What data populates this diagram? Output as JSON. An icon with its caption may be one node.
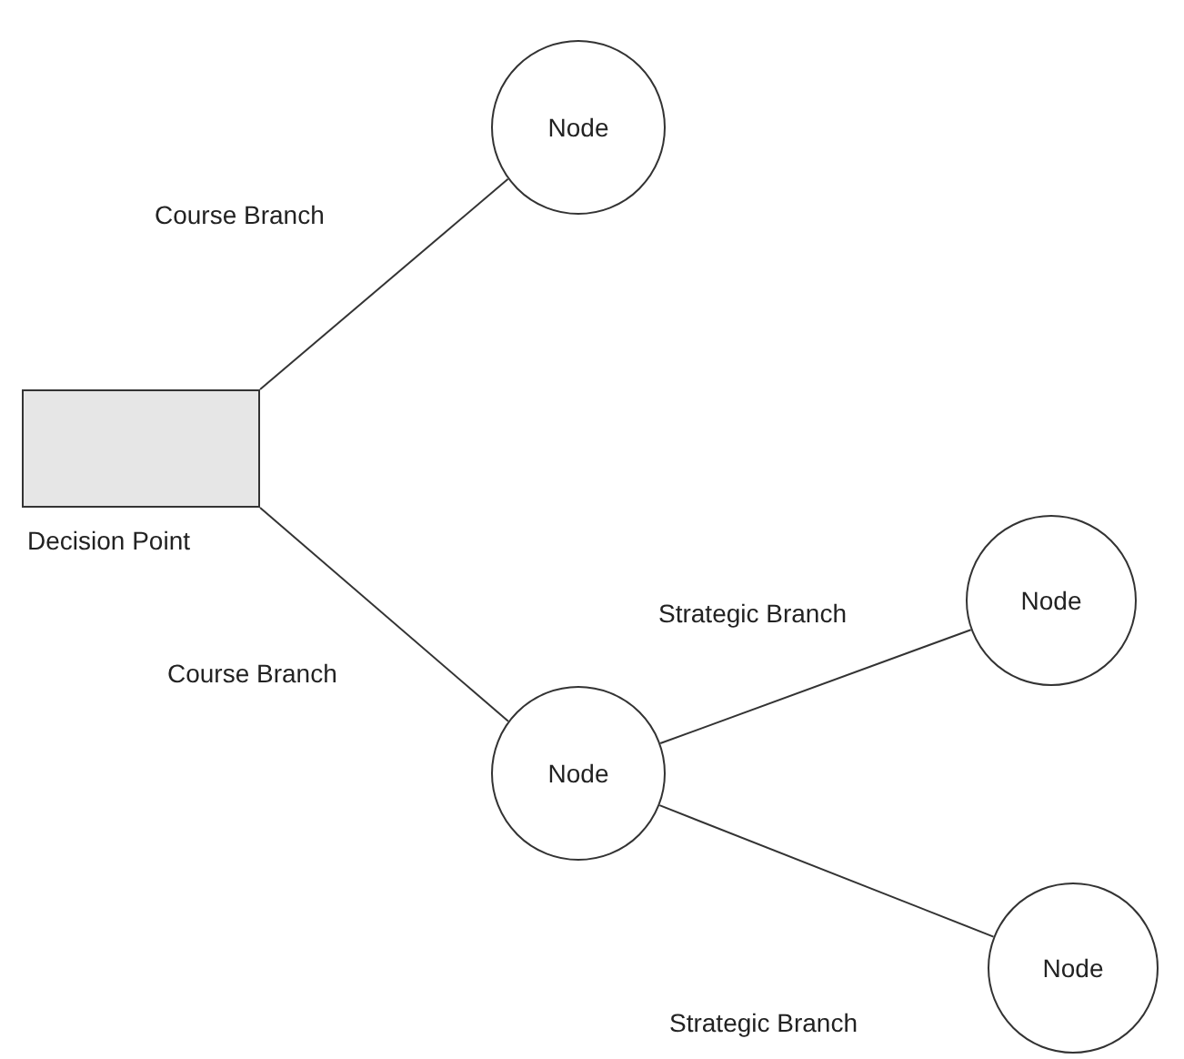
{
  "diagram": {
    "nodes": [
      {
        "text": [],
        "shape": "box",
        "beside": [
          "Decision Point"
        ]
      },
      {
        "text": [
          "Node"
        ]
      },
      {
        "text": [
          "Node"
        ]
      },
      {
        "text": [
          "Node"
        ]
      },
      {
        "text": [
          "Node"
        ]
      }
    ],
    "edges": [
      {
        "from": 0,
        "to": 1,
        "arrow": "none",
        "label": "Course Branch"
      },
      {
        "from": 0,
        "to": 2,
        "arrow": "none",
        "label": "Course Branch"
      },
      {
        "from": 2,
        "to": 3,
        "arrow": "none",
        "label": "Strategic Branch"
      },
      {
        "from": 2,
        "to": 4,
        "arrow": "none",
        "label": "Strategic Branch"
      }
    ]
  }
}
